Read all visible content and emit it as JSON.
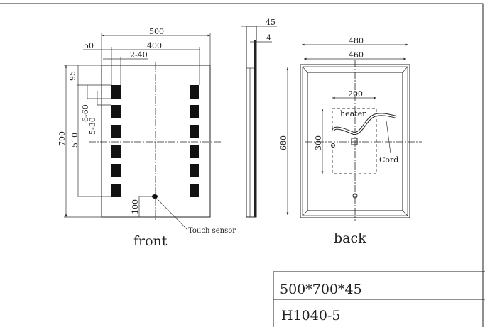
{
  "front": {
    "label": "front",
    "touch_sensor": "Touch sensor",
    "dims": {
      "width": "500",
      "led_span": "400",
      "edge": "50",
      "led_width": "2-40",
      "height": "700",
      "led_column": "510",
      "top": "95",
      "led_height": "6-60",
      "led_gap": "5-30",
      "sensor": "100"
    }
  },
  "side": {
    "dims": {
      "depth": "45",
      "glass": "4"
    }
  },
  "back": {
    "label": "back",
    "heater": "heater",
    "cord": "Cord",
    "dims": {
      "outer_width": "480",
      "inner_width": "460",
      "height": "680",
      "heater_width": "200",
      "heater_height": "300"
    }
  },
  "title_block": {
    "size": "500*700*45",
    "model": "H1040-5"
  }
}
